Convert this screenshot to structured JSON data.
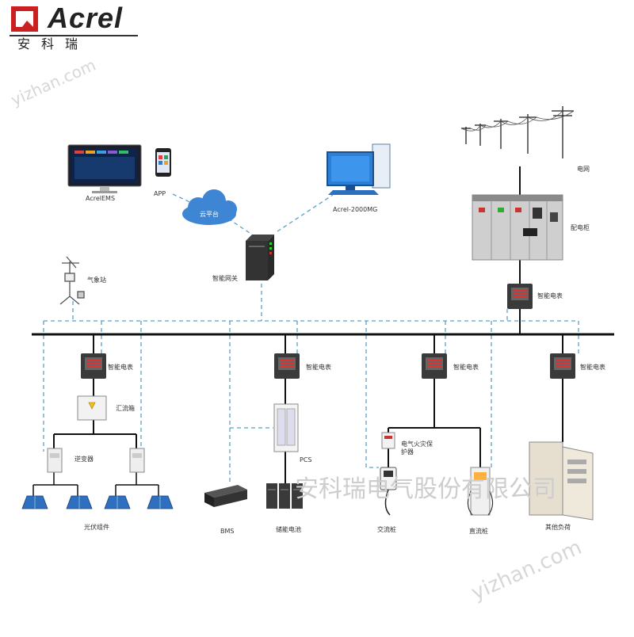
{
  "logo": {
    "brand": "Acrel",
    "subtitle": "安科瑞"
  },
  "watermarks": {
    "company": "安科瑞电气股份有限公司",
    "site_a": "yizhan.com",
    "site_b": "yizhan.com"
  },
  "labels": {
    "acrel_ems": "AcrelEMS",
    "app": "APP",
    "cloud": "云平台",
    "acrel_2000mg": "Acrel-2000MG",
    "grid": "电网",
    "distribution_cabinet": "配电柜",
    "meteo_station": "气象站",
    "gateway": "智能网关",
    "meter_main": "智能电表",
    "meter_pv": "智能电表",
    "meter_storage": "智能电表",
    "meter_charging": "智能电表",
    "meter_other": "智能电表",
    "combiner_box": "汇流箱",
    "inverter": "逆变器",
    "pv_module": "光伏组件",
    "pcs": "PCS",
    "bms": "BMS",
    "battery": "储能电池",
    "ac_protector": "电气火灾保护器",
    "ac_charger": "交流桩",
    "dc_charger": "直流桩",
    "other_load": "其他负荷"
  },
  "colors": {
    "brand_red": "#cc1f1f",
    "dashed_link": "#5aa0c8",
    "bus": "#111111",
    "screen_blue": "#2b7fd6",
    "panel_grey": "#c9c9c9"
  }
}
